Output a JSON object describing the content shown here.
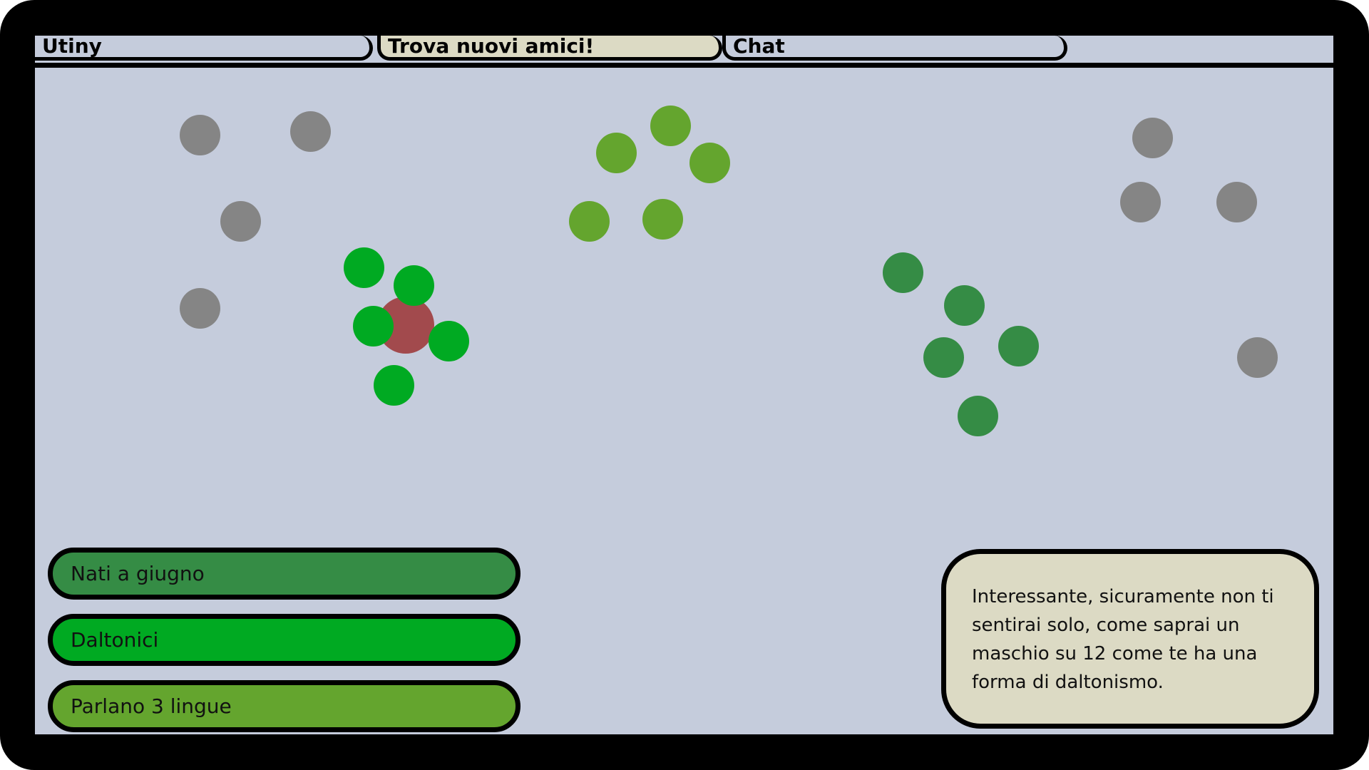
{
  "tabs": [
    {
      "label": "Utiny",
      "active": false
    },
    {
      "label": "Trova nuovi amici!",
      "active": true
    },
    {
      "label": "Chat",
      "active": false
    }
  ],
  "colors": {
    "frame": "#000000",
    "screen_bg": "#c5ccdc",
    "active_tab": "#dcdac4",
    "gray_node": "#858585",
    "june_green": "#358c45",
    "colorblind_green": "#00aa22",
    "languages_green": "#64a52e",
    "self_node": "#a24a4d",
    "message_bg": "#dcdac4"
  },
  "filters": [
    {
      "label": "Nati a giugno",
      "color": "#358c45"
    },
    {
      "label": "Daltonici",
      "color": "#00aa22"
    },
    {
      "label": "Parlano 3 lingue",
      "color": "#64a52e"
    }
  ],
  "message": {
    "text": "Interessante, sicuramente non ti sentirai solo, come saprai un maschio su 12 come te ha una forma di daltonismo."
  }
}
